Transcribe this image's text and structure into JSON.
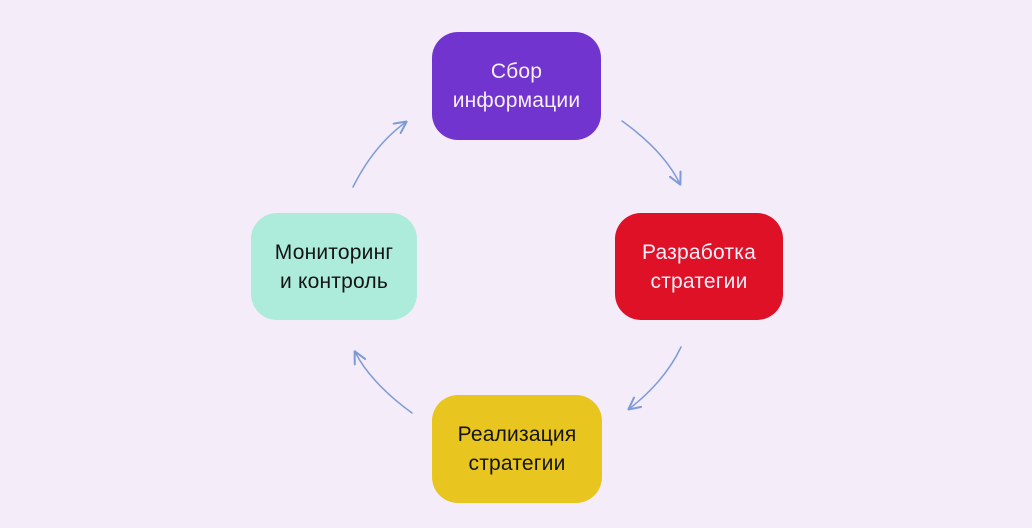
{
  "diagram": {
    "type": "cycle",
    "background_color": "#F4ECF9",
    "arrow_color": "#7E9BD8",
    "nodes": [
      {
        "id": "collect-information",
        "label": "Сбор\nинформации",
        "fill_color": "#7134CE",
        "text_color": "#F6EFFA",
        "position": "top"
      },
      {
        "id": "develop-strategy",
        "label": "Разработка\nстратегии",
        "fill_color": "#DE1126",
        "text_color": "#F6EFFA",
        "position": "right"
      },
      {
        "id": "implement-strategy",
        "label": "Реализация\nстратегии",
        "fill_color": "#E8C51F",
        "text_color": "#141414",
        "position": "bottom"
      },
      {
        "id": "monitoring-control",
        "label": "Мониторинг\nи контроль",
        "fill_color": "#ADEBDA",
        "text_color": "#141414",
        "position": "left"
      }
    ],
    "arrows": [
      {
        "from": "Сбор информации",
        "to": "Разработка стратегии"
      },
      {
        "from": "Разработка стратегии",
        "to": "Реализация стратегии"
      },
      {
        "from": "Реализация стратегии",
        "to": "Мониторинг и контроль"
      },
      {
        "from": "Мониторинг и контроль",
        "to": "Сбор информации"
      }
    ]
  }
}
